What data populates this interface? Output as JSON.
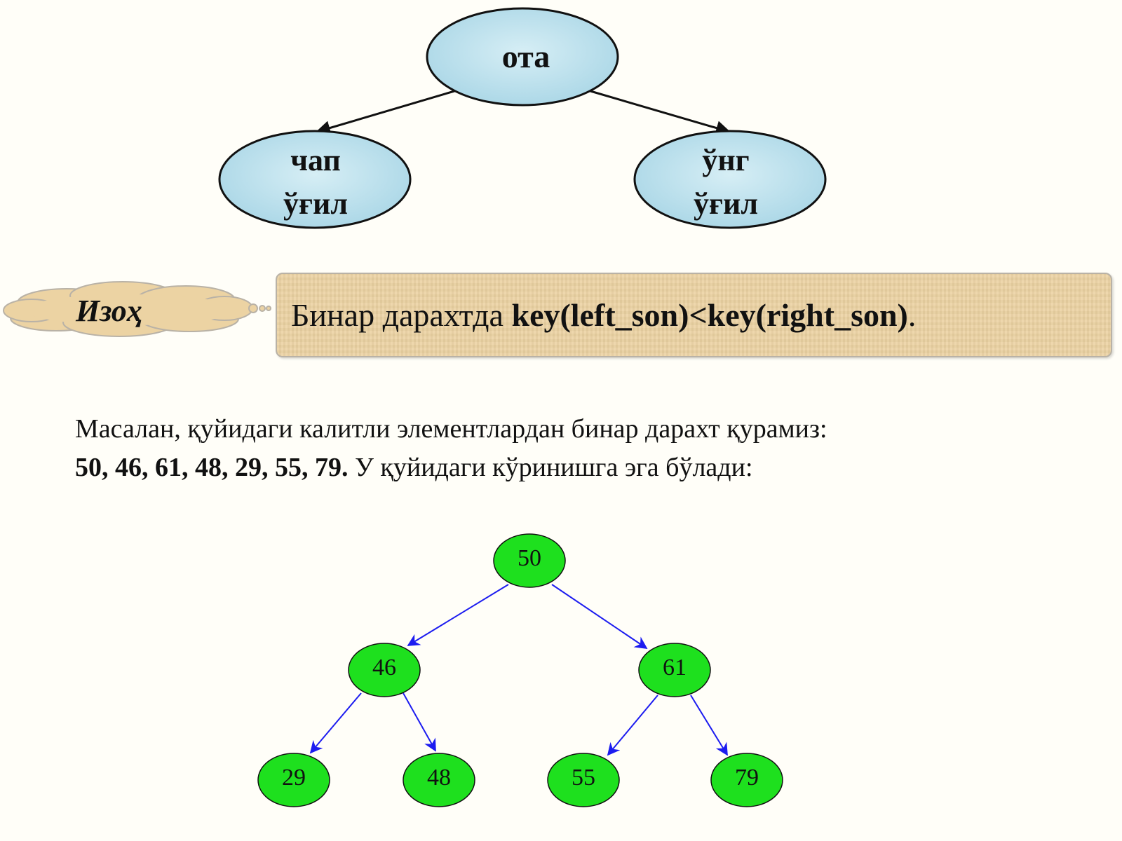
{
  "concept_tree": {
    "root": "ота",
    "left_line1": "чап",
    "left_line2": "ўғил",
    "right_line1": "ўнг",
    "right_line2": "ўғил"
  },
  "note": {
    "cloud_label": "Изоҳ",
    "text_prefix": "Бинар дарахтда ",
    "text_bold": "key(left_son)<key(right_son)",
    "text_suffix": "."
  },
  "paragraph": {
    "line1": "Масалан, қуйидаги калитли элементлардан бинар дарахт қурамиз:",
    "keys_bold": "50, 46, 61, 48, 29, 55, 79.",
    "line2_rest": " У қуйидаги кўринишга эга бўлади:"
  },
  "bst": {
    "root": "50",
    "l": "46",
    "r": "61",
    "ll": "29",
    "lr": "48",
    "rl": "55",
    "rr": "79"
  },
  "colors": {
    "concept_node_fill": "#bfe3ee",
    "note_fill": "#ecd3a3",
    "bst_node_fill": "#1ee01e",
    "bst_edge": "#1c1cf0"
  }
}
